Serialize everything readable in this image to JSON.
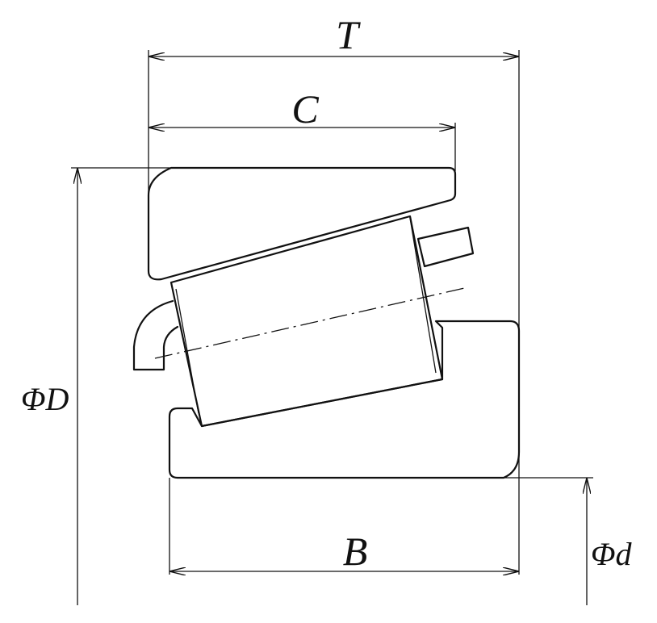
{
  "labels": {
    "T": "T",
    "C": "C",
    "B": "B",
    "phi_D": "ΦD",
    "phi_d": "Φd"
  },
  "colors": {
    "line": "#111111",
    "background": "#ffffff"
  }
}
